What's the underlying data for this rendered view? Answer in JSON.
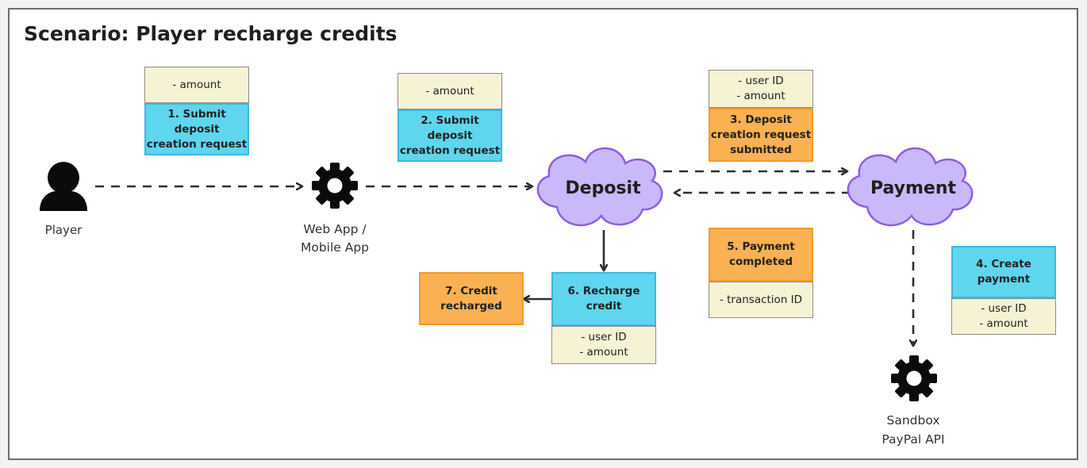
{
  "title": "Scenario: Player recharge credits",
  "colors": {
    "command": "#5fd5ee",
    "event": "#f9b152",
    "note": "#f5f3d4",
    "cloud_fill": "#c9b9fb",
    "cloud_stroke": "#8f5ee0"
  },
  "actors": {
    "player": "Player",
    "webapp": [
      "Web App /",
      "Mobile App"
    ],
    "sandbox": [
      "Sandbox",
      "PayPal API"
    ]
  },
  "services": {
    "deposit": "Deposit",
    "payment": "Payment"
  },
  "steps": {
    "step1": {
      "label": [
        "1. Submit deposit",
        "creation request"
      ],
      "note": [
        "- amount"
      ]
    },
    "step2": {
      "label": [
        "2. Submit deposit",
        "creation request"
      ],
      "note": [
        "- amount"
      ]
    },
    "step3": {
      "label": [
        "3. Deposit",
        "creation request",
        "submitted"
      ],
      "note": [
        "- user ID",
        "- amount"
      ]
    },
    "step4": {
      "label": [
        "4. Create",
        "payment"
      ],
      "note": [
        "- user ID",
        "- amount"
      ]
    },
    "step5": {
      "label": [
        "5. Payment",
        "completed"
      ],
      "note": [
        "- transaction ID"
      ]
    },
    "step6": {
      "label": [
        "6. Recharge credit"
      ],
      "note": [
        "- user ID",
        "- amount"
      ]
    },
    "step7": {
      "label": [
        "7. Credit",
        "recharged"
      ]
    }
  }
}
